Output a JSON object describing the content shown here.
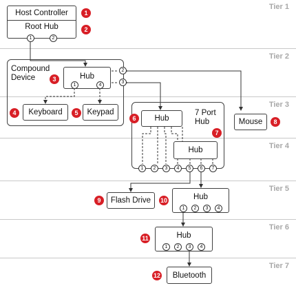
{
  "tiers": [
    "Tier 1",
    "Tier 2",
    "Tier 3",
    "Tier 4",
    "Tier 5",
    "Tier 6",
    "Tier 7"
  ],
  "nodes": {
    "host_controller": "Host Controller",
    "root_hub": "Root Hub",
    "compound_device": "Compound\nDevice",
    "compound_hub": "Hub",
    "keyboard": "Keyboard",
    "keypad": "Keypad",
    "mouse": "Mouse",
    "seven_port_hub": "7 Port\nHub",
    "hub_a": "Hub",
    "hub_b": "Hub",
    "flash_drive": "Flash Drive",
    "hub_tier5": "Hub",
    "hub_tier6": "Hub",
    "bluetooth": "Bluetooth"
  },
  "badges": [
    "1",
    "2",
    "3",
    "4",
    "5",
    "6",
    "7",
    "8",
    "9",
    "10",
    "11",
    "12"
  ],
  "ports": {
    "root_hub": [
      "1",
      "2"
    ],
    "compound_hub_down": [
      "1",
      "4"
    ],
    "compound_hub_up": [
      "2",
      "3"
    ],
    "seven_port": [
      "1",
      "2",
      "3",
      "4",
      "5",
      "6",
      "7"
    ],
    "hub_tier5": [
      "1",
      "2",
      "3",
      "4"
    ],
    "hub_tier6": [
      "1",
      "2",
      "3",
      "4"
    ]
  },
  "colors": {
    "badge": "#d81f26",
    "tier_label": "#a8a8a8",
    "tier_line": "#c8c8c8",
    "border": "#404040"
  }
}
